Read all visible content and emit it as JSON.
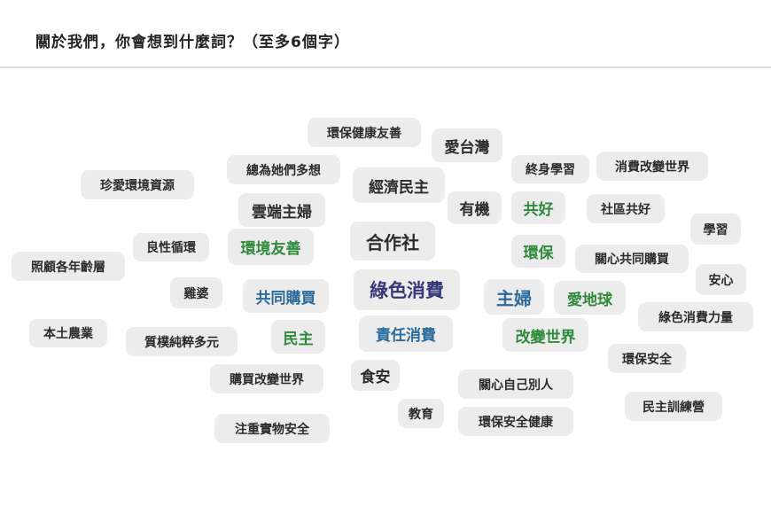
{
  "question": "關於我們，你會想到什麼詞？（至多6個字）",
  "colors": {
    "dark": "#2b2b2b",
    "green": "#2f8a3a",
    "blue": "#2a6b9c",
    "navy": "#343877",
    "tag_background": "#ececec"
  },
  "words": [
    {
      "text": "環保健康友善",
      "color": "dark"
    },
    {
      "text": "愛台灣",
      "color": "dark"
    },
    {
      "text": "總為她們多想",
      "color": "dark"
    },
    {
      "text": "經濟民主",
      "color": "dark"
    },
    {
      "text": "終身學習",
      "color": "dark"
    },
    {
      "text": "消費改變世界",
      "color": "dark"
    },
    {
      "text": "珍愛環境資源",
      "color": "dark"
    },
    {
      "text": "雲端主婦",
      "color": "dark"
    },
    {
      "text": "有機",
      "color": "dark"
    },
    {
      "text": "共好",
      "color": "green"
    },
    {
      "text": "社區共好",
      "color": "dark"
    },
    {
      "text": "學習",
      "color": "dark"
    },
    {
      "text": "合作社",
      "color": "dark"
    },
    {
      "text": "良性循環",
      "color": "dark"
    },
    {
      "text": "環境友善",
      "color": "green"
    },
    {
      "text": "環保",
      "color": "green"
    },
    {
      "text": "關心共同購買",
      "color": "dark"
    },
    {
      "text": "照顧各年齡層",
      "color": "dark"
    },
    {
      "text": "安心",
      "color": "dark"
    },
    {
      "text": "雞婆",
      "color": "dark"
    },
    {
      "text": "共同購買",
      "color": "blue"
    },
    {
      "text": "綠色消費",
      "color": "navy"
    },
    {
      "text": "主婦",
      "color": "blue"
    },
    {
      "text": "愛地球",
      "color": "green"
    },
    {
      "text": "綠色消費力量",
      "color": "dark"
    },
    {
      "text": "本土農業",
      "color": "dark"
    },
    {
      "text": "質樸純粹多元",
      "color": "dark"
    },
    {
      "text": "民主",
      "color": "green"
    },
    {
      "text": "責任消費",
      "color": "blue"
    },
    {
      "text": "改變世界",
      "color": "green"
    },
    {
      "text": "環保安全",
      "color": "dark"
    },
    {
      "text": "購買改變世界",
      "color": "dark"
    },
    {
      "text": "食安",
      "color": "dark"
    },
    {
      "text": "關心自己別人",
      "color": "dark"
    },
    {
      "text": "教育",
      "color": "dark"
    },
    {
      "text": "民主訓練營",
      "color": "dark"
    },
    {
      "text": "環保安全健康",
      "color": "dark"
    },
    {
      "text": "注重實物安全",
      "color": "dark"
    }
  ]
}
